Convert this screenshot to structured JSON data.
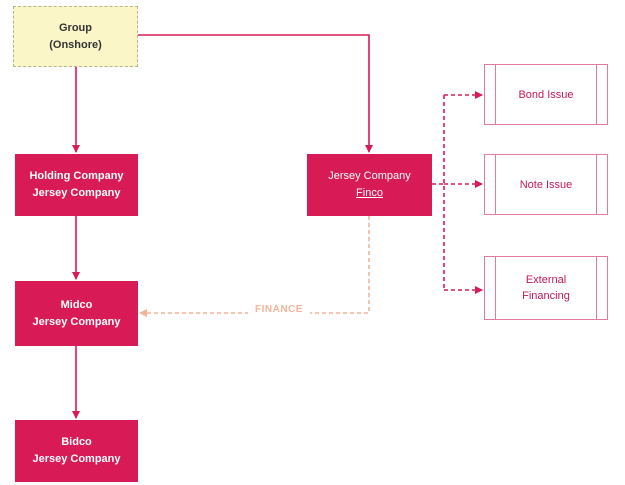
{
  "diagram": {
    "group": {
      "line1": "Group",
      "line2": "(Onshore)"
    },
    "holding": {
      "line1": "Holding Company",
      "line2": "Jersey Company"
    },
    "midco": {
      "line1": "Midco",
      "line2": "Jersey Company"
    },
    "bidco": {
      "line1": "Bidco",
      "line2": "Jersey Company"
    },
    "finco": {
      "line1": "Jersey Company",
      "line2": "Finco"
    },
    "bond": {
      "label": "Bond Issue"
    },
    "note": {
      "label": "Note Issue"
    },
    "external": {
      "line1": "External",
      "line2": "Financing"
    },
    "finance_label": "FINANCE"
  },
  "colors": {
    "entity_fill": "#d81b56",
    "group_fill": "#fbf6c8",
    "connector": "#d81b56",
    "finance_flow": "#f4b49a",
    "outline": "#e57a9a"
  }
}
